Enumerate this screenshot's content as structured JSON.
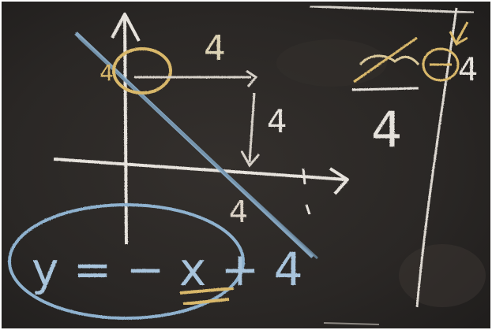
{
  "board": {
    "colors": {
      "background": "#2a2725",
      "chalk_white": "#e6e2dc",
      "chalk_yellow": "#d9b86a",
      "chalk_blue": "#8fb2cf"
    }
  },
  "labels": {
    "top_distance": "4",
    "top_left_value": "4",
    "down_distance": "4",
    "x_intercept": "4",
    "fraction_denominator": "4",
    "intercept_value": "4",
    "equation": "y = − x + 4"
  },
  "icons": {
    "up_arrow": "arrow-up-icon",
    "right_arrow": "arrow-right-icon",
    "down_arrow": "arrow-down-icon",
    "circle": "circle-icon"
  }
}
